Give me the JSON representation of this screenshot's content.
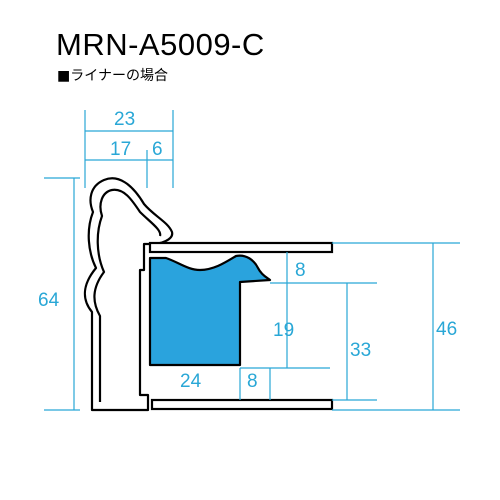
{
  "header": {
    "title": "MRN-A5009-C",
    "subtitle": "■ライナーの場合"
  },
  "dimensions": {
    "total_width": "23",
    "width_a": "17",
    "width_b": "6",
    "total_height": "64",
    "rabbet_top": "8",
    "inner_height": "19",
    "rabbet_depth": "33",
    "outer_height": "46",
    "liner_width": "24",
    "liner_step": "8"
  },
  "colors": {
    "dimension": "#29a7d6",
    "liner_fill": "#2aa3dd",
    "outline": "#000000"
  }
}
